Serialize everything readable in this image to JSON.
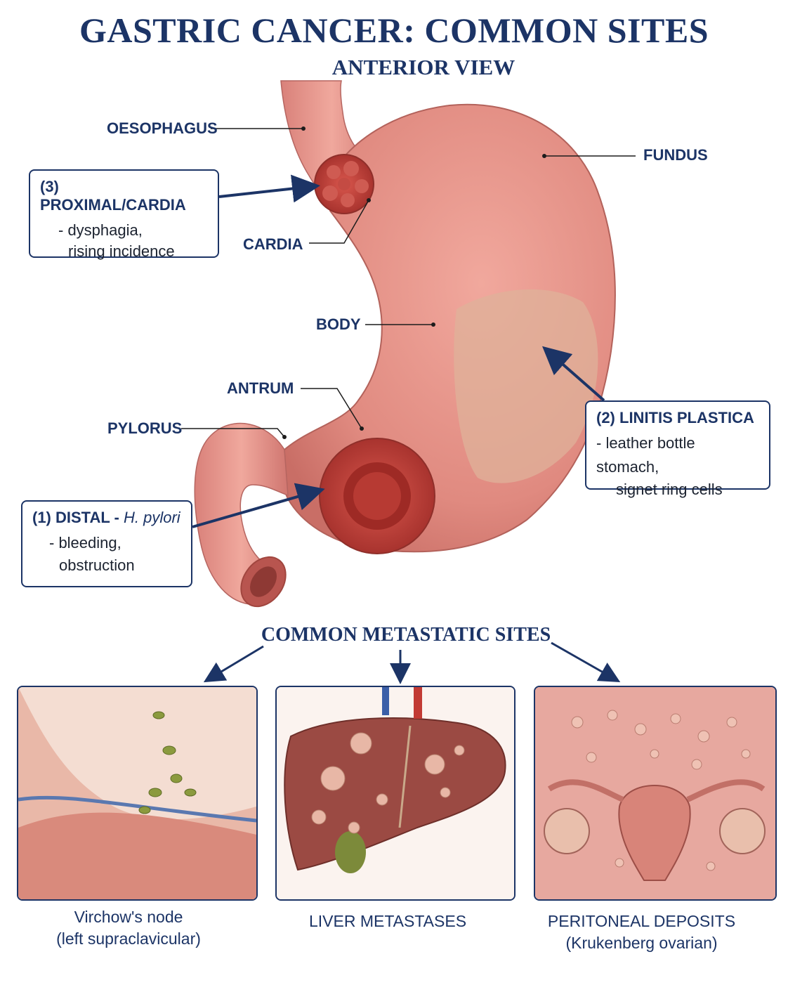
{
  "title": "GASTRIC CANCER: COMMON SITES",
  "subtitle": "ANTERIOR VIEW",
  "labels": {
    "oesophagus": "OESOPHAGUS",
    "fundus": "FUNDUS",
    "cardia": "CARDIA",
    "body": "BODY",
    "antrum": "ANTRUM",
    "pylorus": "PYLORUS"
  },
  "callouts": {
    "proximal": {
      "heading": "(3) PROXIMAL/CARDIA",
      "line1": "- dysphagia,",
      "line2": "rising incidence"
    },
    "linitis": {
      "heading": "(2) LINITIS PLASTICA",
      "line1": "- leather bottle stomach,",
      "line2": "signet ring cells"
    },
    "distal": {
      "heading": "(1) DISTAL -",
      "heading_italic": "H. pylori",
      "line1": "- bleeding,",
      "line2": "obstruction"
    }
  },
  "metastatic": {
    "title": "COMMON METASTATIC SITES",
    "panels": [
      {
        "caption": "Virchow's node",
        "sub": "(left supraclavicular)"
      },
      {
        "caption": "LIVER METASTASES",
        "sub": ""
      },
      {
        "caption": "PERITONEAL DEPOSITS",
        "sub": "(Krukenberg ovarian)"
      }
    ]
  },
  "colors": {
    "navy": "#1c3466",
    "tissue": "#e5938a",
    "tumour": "#b8423c"
  }
}
